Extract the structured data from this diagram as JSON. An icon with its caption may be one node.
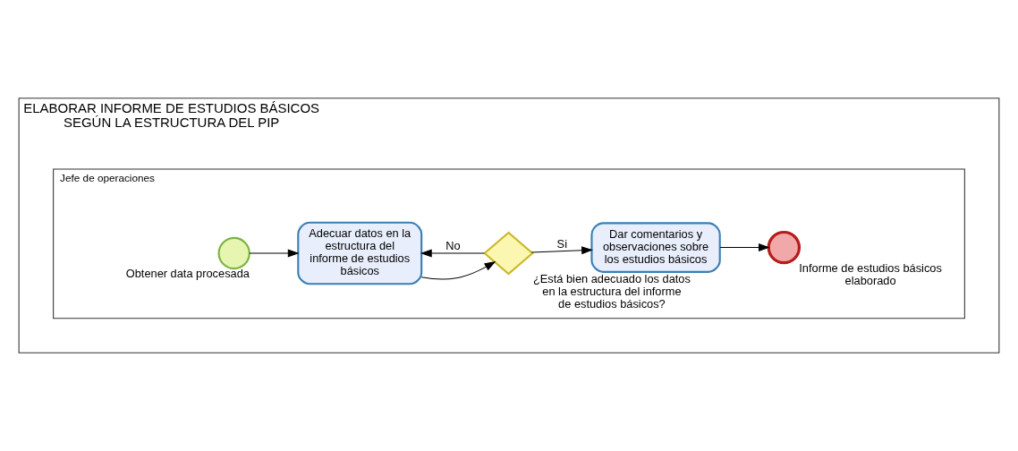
{
  "diagram": {
    "nodes": [
      {
        "text": [
          "ELABORAR INFORME DE ESTUDIOS BÁSICOS SEGÚN LA ESTRUCTURA DEL PIP"
        ]
      },
      {
        "text": [
          "Jefe de operaciones"
        ],
        "in": 0
      },
      {
        "text": [],
        "shape": "circle",
        "beside": [
          "Obtener data procesada"
        ],
        "in": 1
      },
      {
        "text": [
          "Adecuar datos en la estructura del informe de estudios básicos"
        ],
        "in": 1
      },
      {
        "text": [],
        "shape": "diamond",
        "beside": [
          "¿Está bien adecuado los datos en la estructura del informe de estudios básicos?"
        ],
        "in": 1
      },
      {
        "text": [
          "Dar comentarios y observaciones sobre los estudios básicos"
        ],
        "in": 1
      },
      {
        "text": [],
        "shape": "circle",
        "beside": [
          "Informe de estudios básicos elaborado"
        ],
        "in": 1
      }
    ],
    "edges": [
      {
        "from": 2,
        "to": 3,
        "arrow": "to"
      },
      {
        "from": 3,
        "to": 4,
        "arrow": "to"
      },
      {
        "from": 4,
        "to": 3,
        "arrow": "to",
        "label": "No"
      },
      {
        "from": 4,
        "to": 5,
        "arrow": "to",
        "label": "Si"
      },
      {
        "from": 5,
        "to": 6,
        "arrow": "to"
      }
    ]
  }
}
